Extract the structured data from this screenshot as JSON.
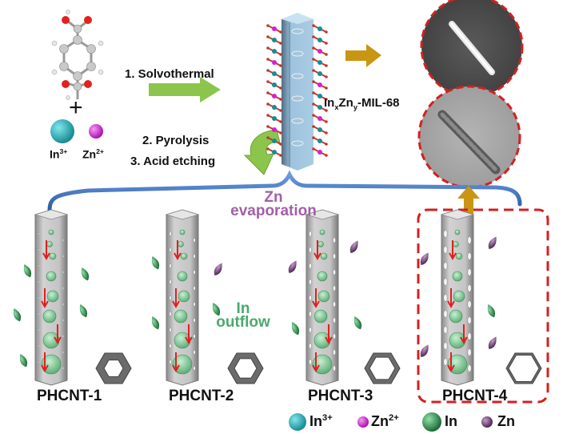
{
  "steps": {
    "step1": "1. Solvothermal",
    "step2": "2. Pyrolysis",
    "step3": "3. Acid etching"
  },
  "plus": "+",
  "reactants": {
    "in_ion": {
      "base": "In",
      "sup": "3+"
    },
    "zn_ion": {
      "base": "Zn",
      "sup": "2+"
    }
  },
  "mof_label": {
    "p1": "In",
    "s1": "x",
    "p2": "Zn",
    "s2": "y",
    "p3": "-MIL-68"
  },
  "process": {
    "zn_line1": "Zn",
    "zn_line2": "evaporation",
    "in_line1": "In",
    "in_line2": "outflow"
  },
  "products": [
    {
      "label": "PHCNT-1"
    },
    {
      "label": "PHCNT-2"
    },
    {
      "label": "PHCNT-3"
    },
    {
      "label": "PHCNT-4"
    }
  ],
  "legend": [
    {
      "base": "In",
      "sup": "3+",
      "color": "#2ab0b8"
    },
    {
      "base": "Zn",
      "sup": "2+",
      "color": "#d61fd6"
    },
    {
      "base": "In",
      "sup": "",
      "color": "#2e8f4e"
    },
    {
      "base": "Zn",
      "sup": "",
      "color": "#6a3c72"
    }
  ],
  "colors": {
    "green_arrow": "#8cc54b",
    "gold_arrow": "#c89612",
    "brace": "#3b6fbf",
    "highlight_dash": "#d42020",
    "zn_text": "#a25fa8",
    "in_text": "#4aa96c"
  }
}
